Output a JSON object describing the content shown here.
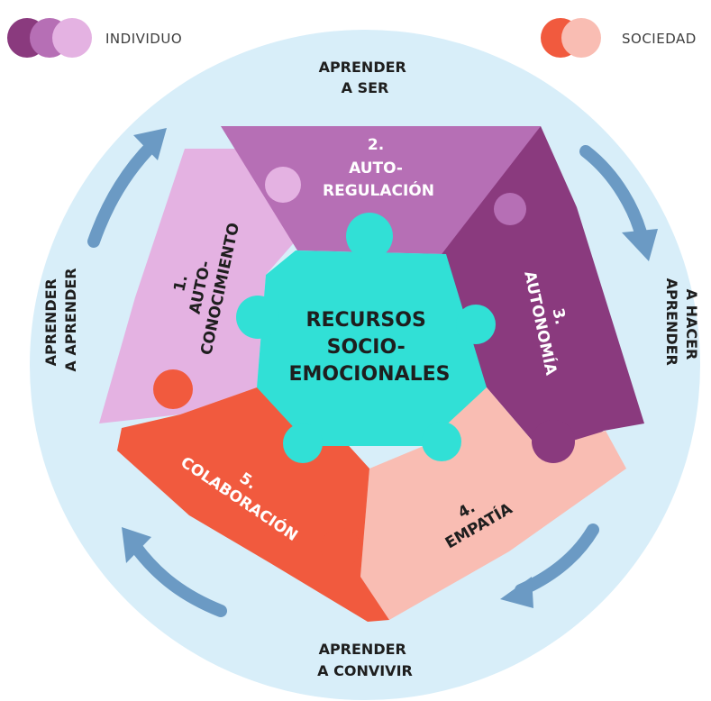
{
  "legend": {
    "individual": {
      "label": "INDIVIDUO",
      "colors": [
        "#8a3a7e",
        "#b66fb5",
        "#e4b2e2"
      ]
    },
    "society": {
      "label": "SOCIEDAD",
      "colors": [
        "#f15a3e",
        "#f9bdb3"
      ]
    }
  },
  "cycle": {
    "top": [
      "APRENDER",
      "A SER"
    ],
    "right": [
      "APRENDER",
      "A HACER"
    ],
    "bottom": [
      "APRENDER",
      "A CONVIVIR"
    ],
    "left": [
      "APRENDER",
      "A APRENDER"
    ]
  },
  "center": {
    "lines": [
      "RECURSOS",
      "SOCIO-",
      "EMOCIONALES"
    ],
    "color": "#31e0d6"
  },
  "pieces": {
    "autoconocimiento": {
      "lines": [
        "1.",
        "AUTO-",
        "CONOCIMIENTO"
      ],
      "color": "#e4b2e2"
    },
    "autorregulacion": {
      "lines": [
        "2.",
        "AUTO-",
        "REGULACIÓN"
      ],
      "color": "#b66fb5"
    },
    "autonomia": {
      "lines": [
        "3.",
        "AUTONOMÍA"
      ],
      "color": "#8a3a7e"
    },
    "empatia": {
      "lines": [
        "4.",
        "EMPATÍA"
      ],
      "color": "#f9bdb3"
    },
    "colaboracion": {
      "lines": [
        "5.",
        "COLABORACIÓN"
      ],
      "color": "#f15a3e"
    }
  },
  "colors": {
    "circle": "#d8eef9",
    "arrow": "#6b9ac4"
  }
}
